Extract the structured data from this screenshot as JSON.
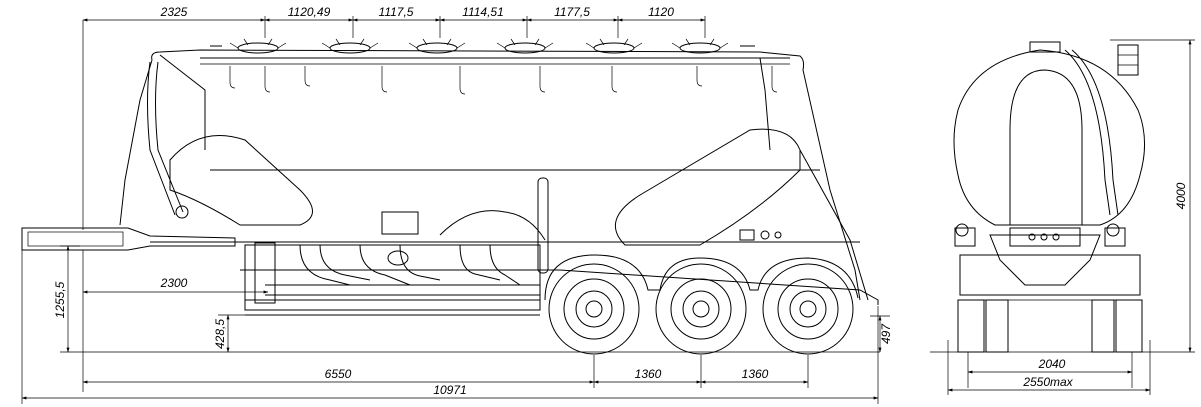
{
  "colors": {
    "line": "#000000",
    "background": "#ffffff",
    "tank_shade": "#f2f2f2"
  },
  "dimensions": {
    "hatch_spacing": [
      "2325",
      "1120,49",
      "1117,5",
      "1114,51",
      "1177,5",
      "1120"
    ],
    "coupling_height": "2300",
    "fifth_wheel_height": "1255,5",
    "frame_height": "428,5",
    "ground_clearance": "497",
    "kingpin_to_axle": "6550",
    "axle_spacing_1": "1360",
    "axle_spacing_2": "1360",
    "overall_length": "10971",
    "overall_height": "4000",
    "track_width": "2040",
    "overall_width": "2550max"
  }
}
